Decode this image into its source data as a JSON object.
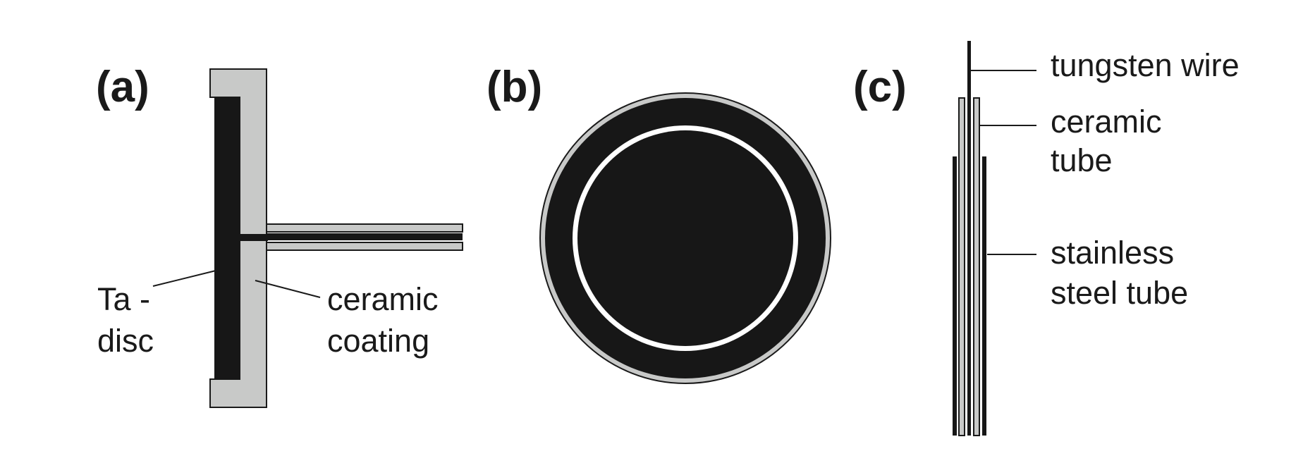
{
  "colors": {
    "metal": "#171717",
    "ceramic": "#c8c9c8",
    "outline": "#1a1a1a",
    "background": "#ffffff",
    "gap": "#ffffff"
  },
  "panels": {
    "a": {
      "label": "(a)",
      "callouts": {
        "ta_disc_line1": "Ta -",
        "ta_disc_line2": "disc",
        "ceramic_coating_line1": "ceramic",
        "ceramic_coating_line2": "coating"
      }
    },
    "b": {
      "label": "(b)"
    },
    "c": {
      "label": "(c)",
      "callouts": {
        "tungsten_wire": "tungsten wire",
        "ceramic_tube_line1": "ceramic",
        "ceramic_tube_line2": "tube",
        "stainless_steel_tube_line1": "stainless",
        "stainless_steel_tube_line2": "steel tube"
      }
    }
  }
}
